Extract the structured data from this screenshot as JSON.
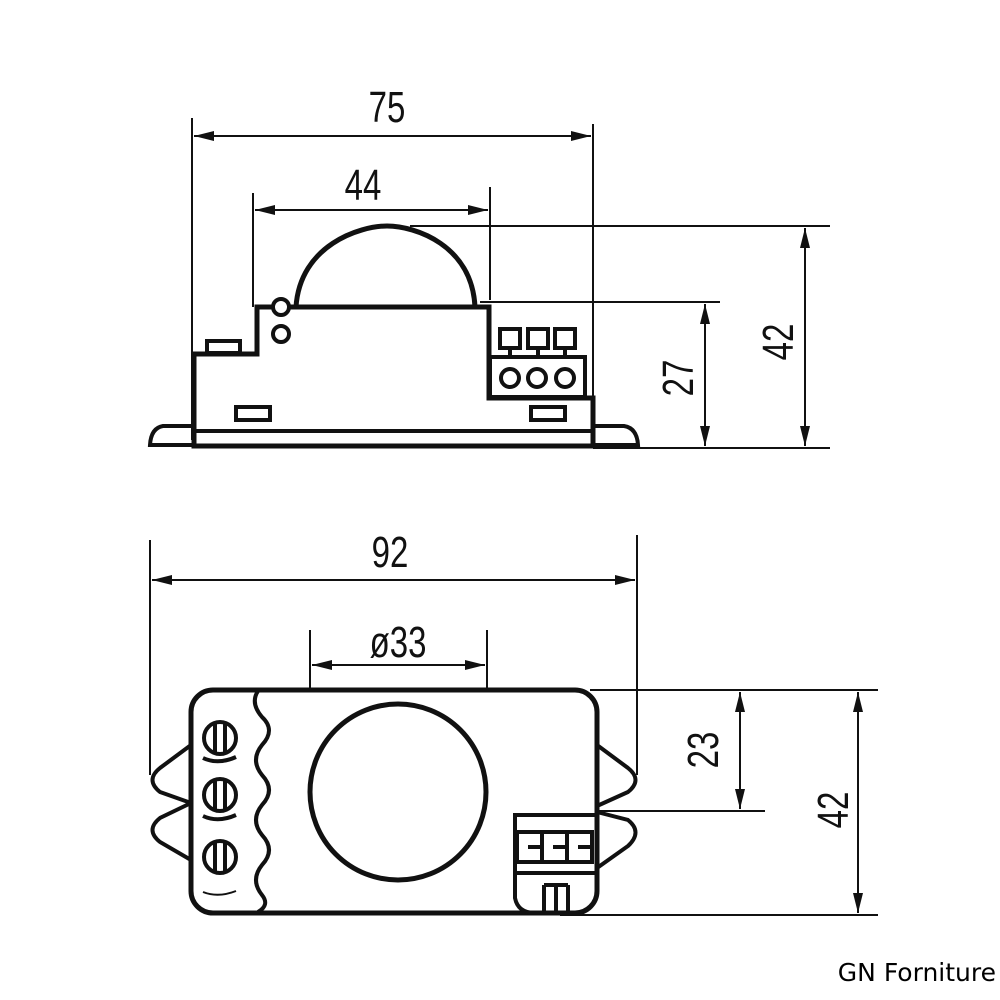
{
  "side_view": {
    "dim_overall_width": "75",
    "dim_dome_width": "44",
    "dim_body_height": "27",
    "dim_total_height": "42"
  },
  "top_view": {
    "dim_overall_width": "92",
    "dim_lens_diameter": "ø33",
    "dim_lug_offset": "23",
    "dim_total_depth": "42"
  },
  "footer": {
    "brand": "GN Forniture"
  },
  "colors": {
    "line": "#111111",
    "background": "#ffffff"
  }
}
